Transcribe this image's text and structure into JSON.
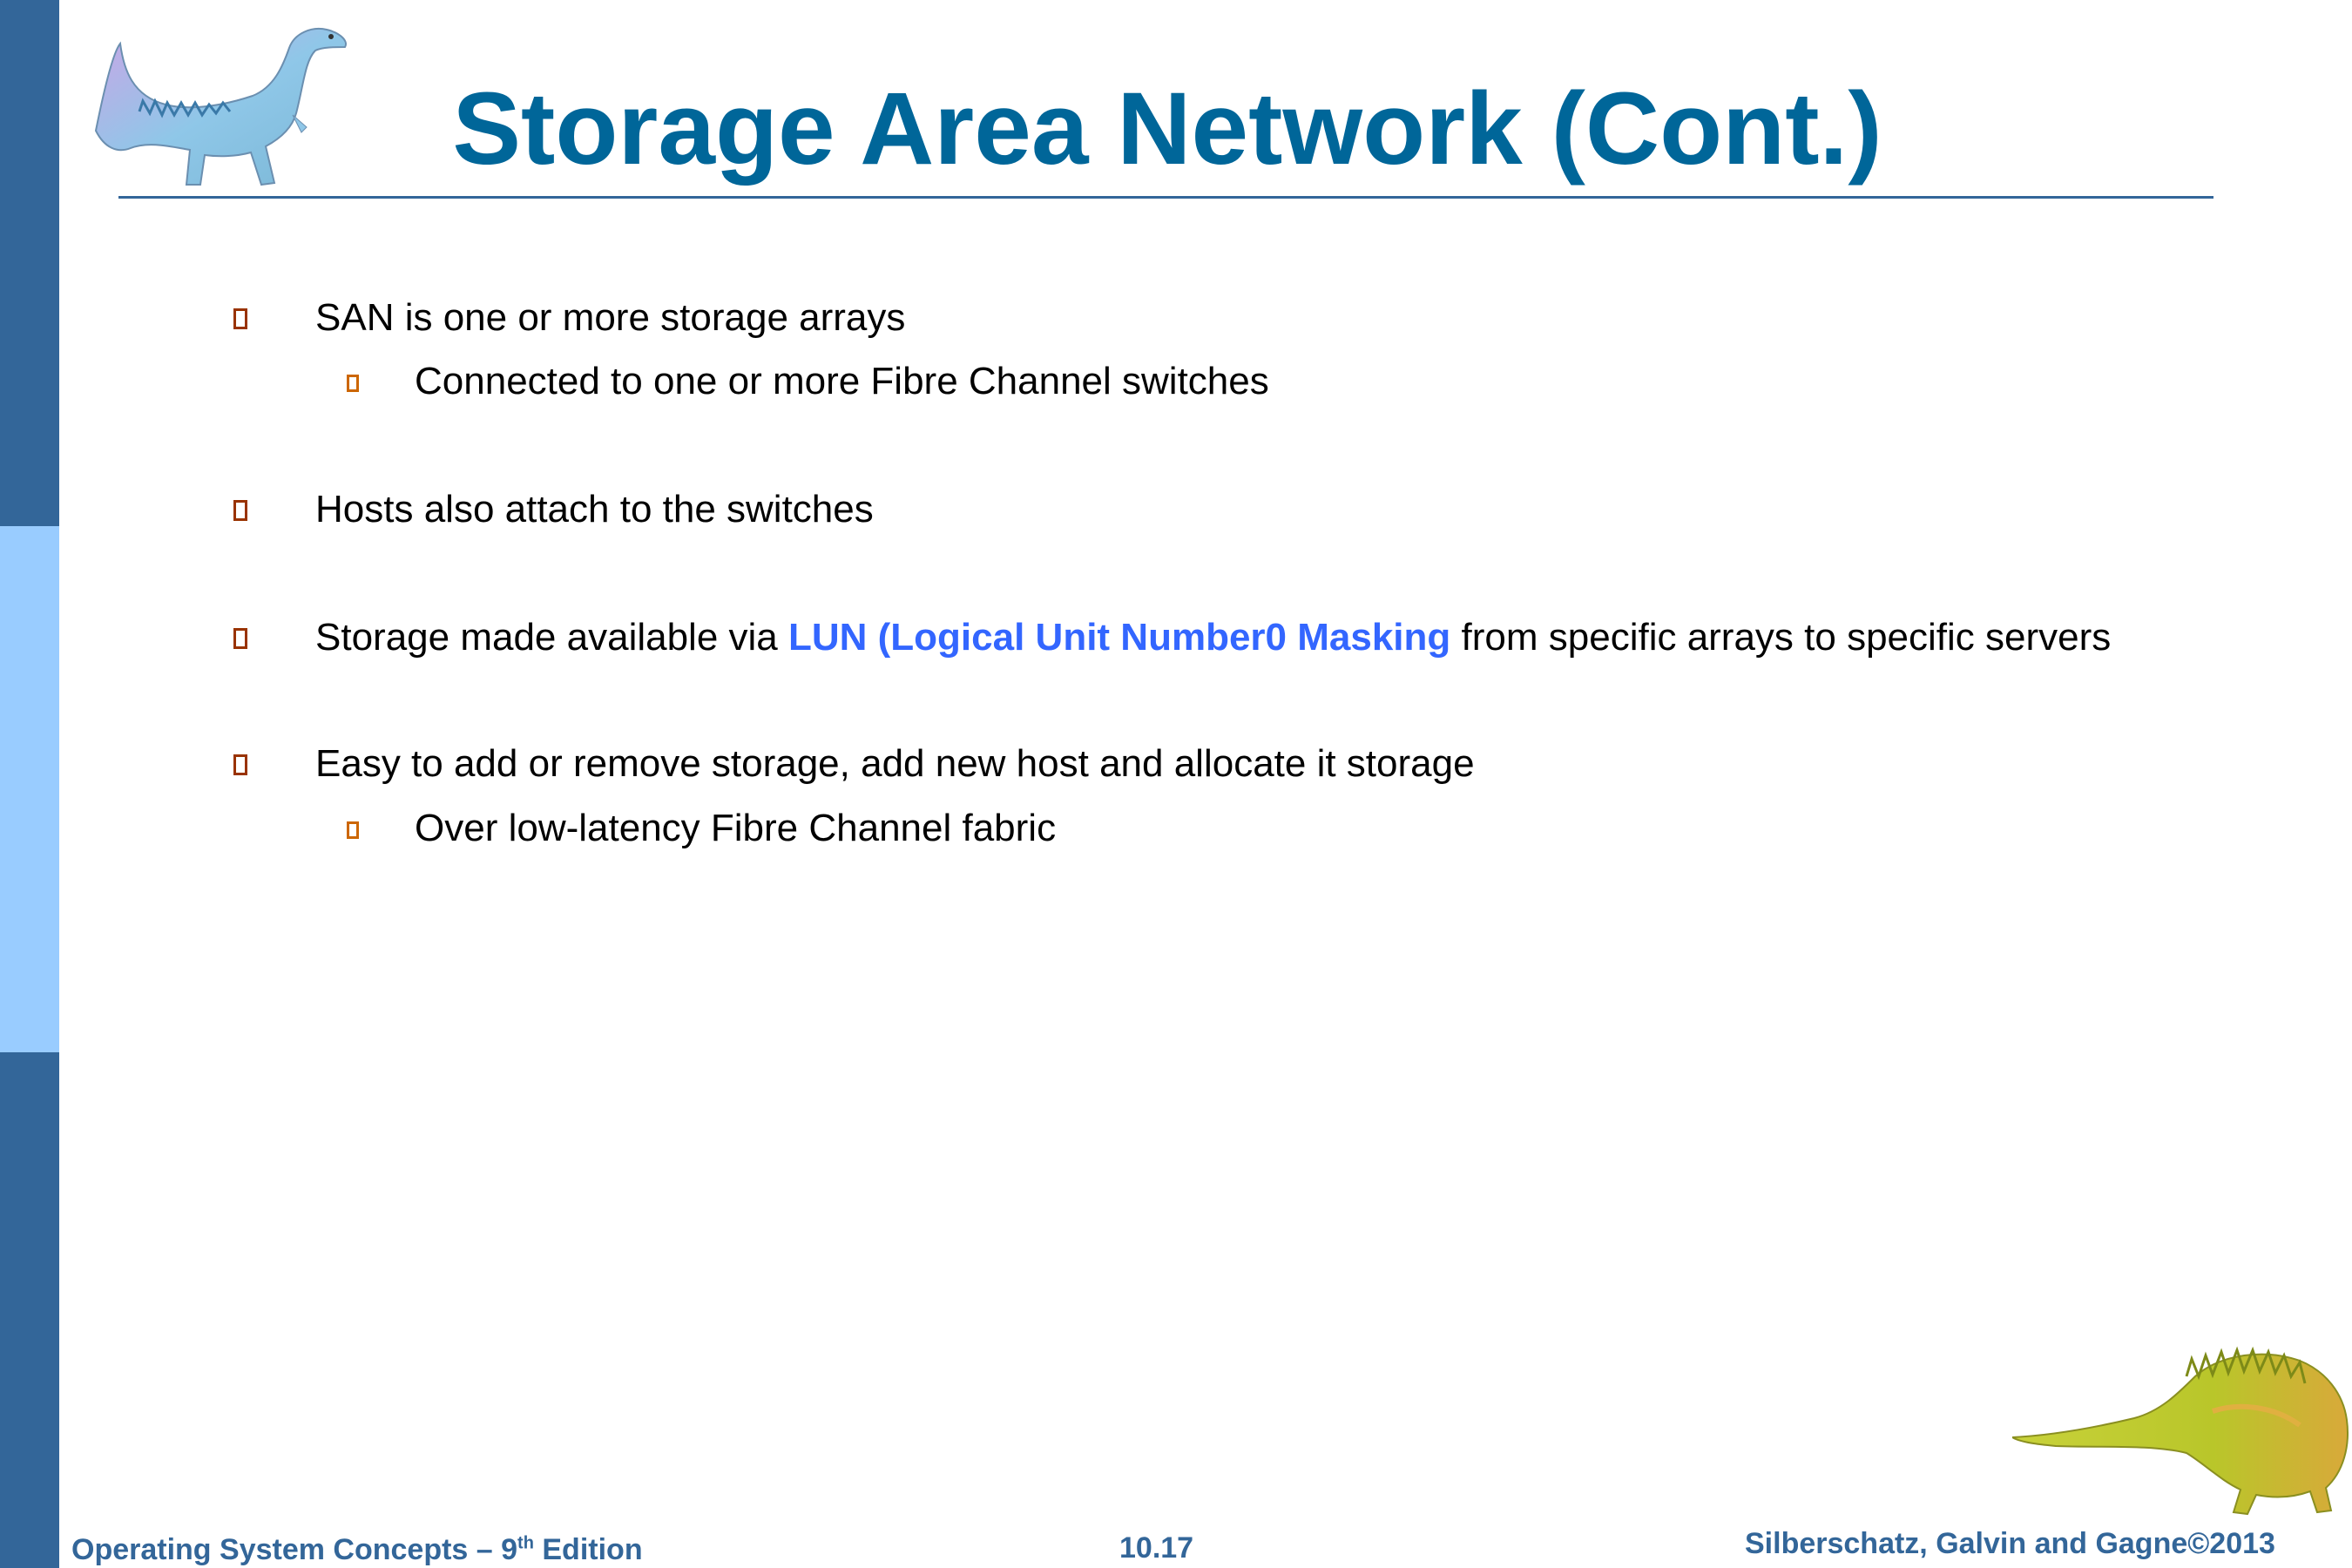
{
  "slide": {
    "title": "Storage Area Network (Cont.)"
  },
  "bullets": [
    {
      "level": 1,
      "text": "SAN is one or more storage arrays"
    },
    {
      "level": 2,
      "text": "Connected to one or more Fibre Channel switches"
    },
    {
      "level": 1,
      "text": "Hosts also attach to the switches"
    },
    {
      "level": 1,
      "text_before": "Storage made available via ",
      "emphasis": "LUN (Logical Unit Number0 Masking",
      "text_after": " from specific arrays to specific servers"
    },
    {
      "level": 1,
      "text": "Easy to add or remove storage, add new host and allocate it storage"
    },
    {
      "level": 2,
      "text": "Over low-latency Fibre Channel fabric"
    }
  ],
  "footer": {
    "book_prefix": "Operating System Concepts – 9",
    "book_sup": "th",
    "book_suffix": " Edition",
    "page_number": "10.17",
    "authors": "Silberschatz, Galvin and Gagne©2013"
  },
  "colors": {
    "title": "#006699",
    "sidebar_dark": "#336699",
    "sidebar_light": "#99ccff",
    "emphasis": "#3366ff",
    "footer": "#336699",
    "bullet_level1": "#993300",
    "bullet_level2": "#cc6600"
  },
  "icons": {
    "top_left": "dinosaur-icon",
    "bottom_right": "dinosaur-icon"
  }
}
